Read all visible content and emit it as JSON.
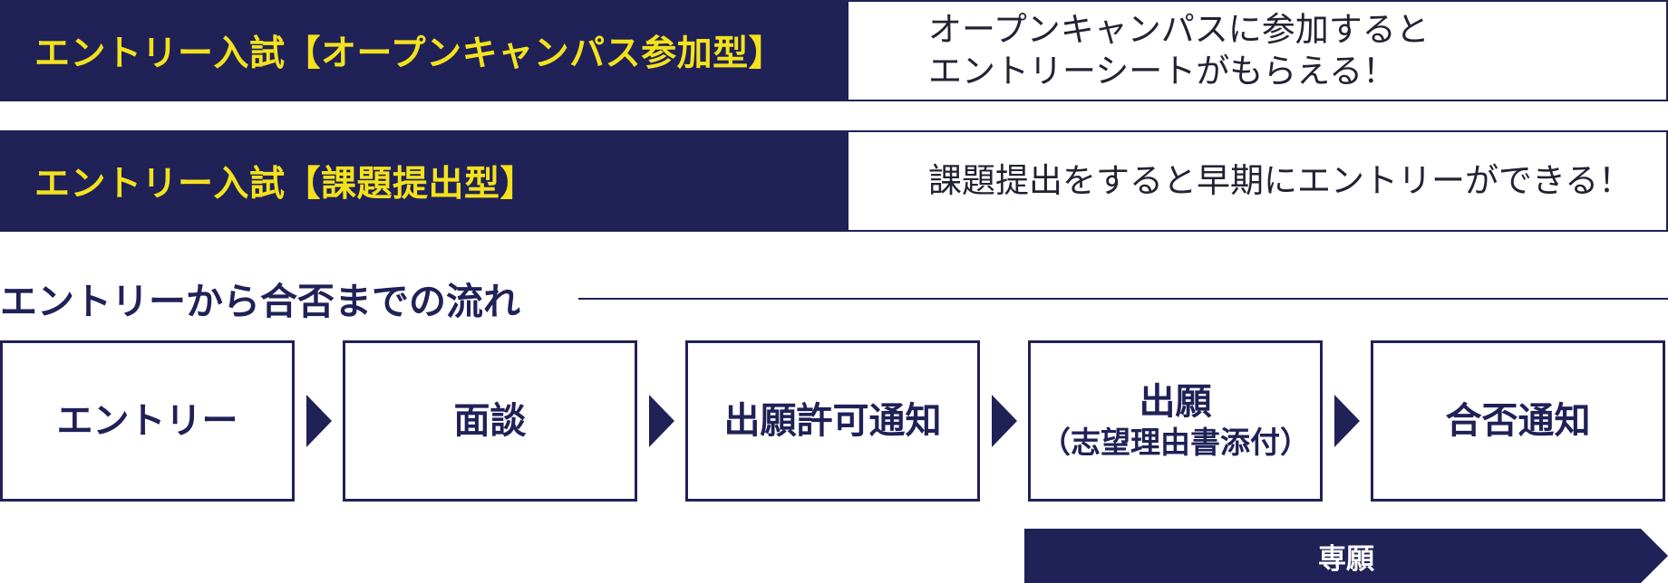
{
  "colors": {
    "navy": "#1f2157",
    "title_yellow": "#f4e21d",
    "white": "#ffffff"
  },
  "entry_types": [
    {
      "title": "エントリー入試【オープンキャンパス参加型】",
      "description_lines": [
        "オープンキャンパスに参加すると",
        "エントリーシートがもらえる！"
      ]
    },
    {
      "title": "エントリー入試【課題提出型】",
      "description_lines": [
        "課題提出をすると早期にエントリーができる！"
      ]
    }
  ],
  "flow": {
    "heading": "エントリーから合否までの流れ",
    "steps": [
      {
        "label": "エントリー",
        "sublabel": ""
      },
      {
        "label": "面談",
        "sublabel": ""
      },
      {
        "label": "出願許可通知",
        "sublabel": ""
      },
      {
        "label": "出願",
        "sublabel": "（志望理由書添付）"
      },
      {
        "label": "合否通知",
        "sublabel": ""
      }
    ],
    "arrow_icon": "triangle-right-icon",
    "bottom_tag": "専願"
  }
}
